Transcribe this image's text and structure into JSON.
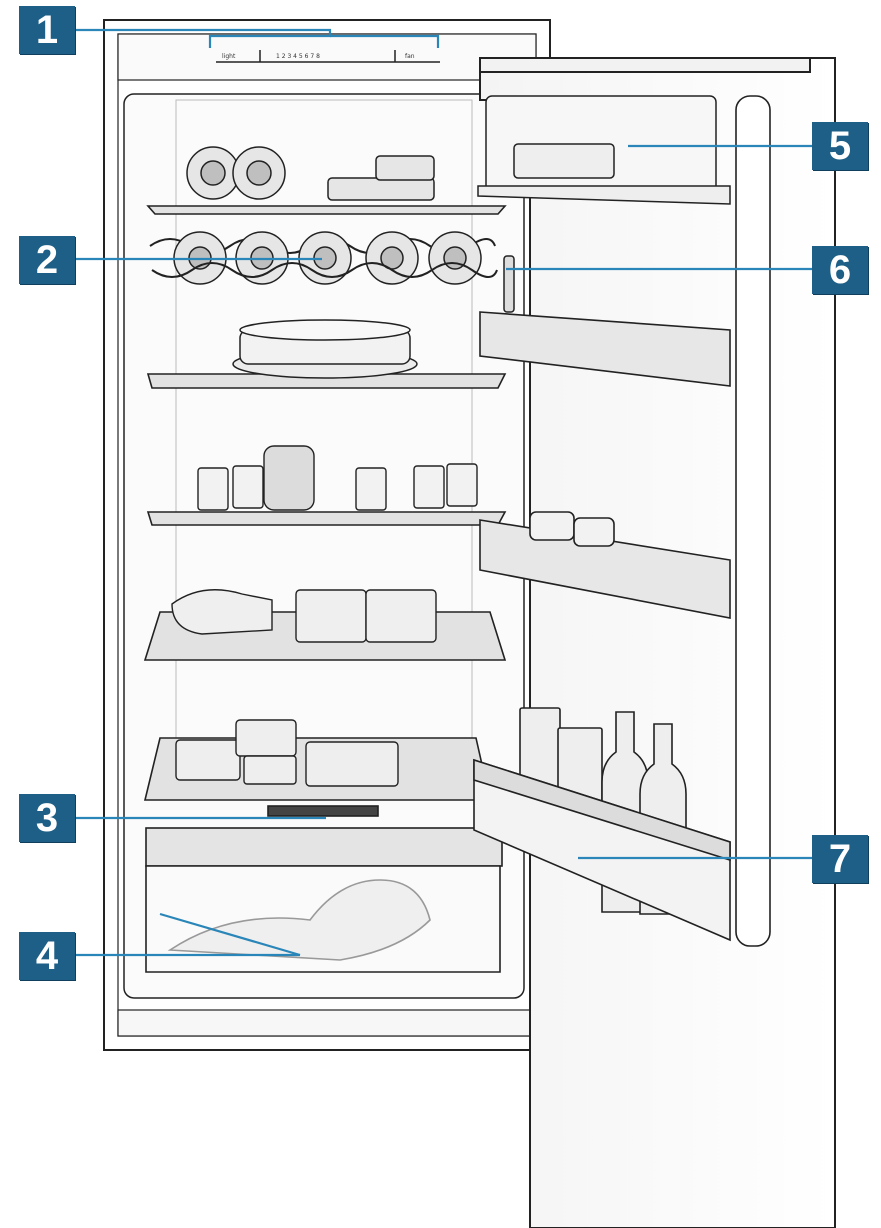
{
  "colors": {
    "callout_bg": "#1d5f86",
    "callout_text": "#ffffff",
    "leader_line": "#2a86b8",
    "outline": "#222222",
    "shelf": "#dcdcdc",
    "item_fill": "#e6e6e6",
    "door_face": "#ffffff"
  },
  "callouts": [
    {
      "id": "1",
      "label": "1",
      "target": "control-panel"
    },
    {
      "id": "2",
      "label": "2",
      "target": "bottle-rack"
    },
    {
      "id": "3",
      "label": "3",
      "target": "drawer-handle"
    },
    {
      "id": "4",
      "label": "4",
      "target": "vegetable-drawer"
    },
    {
      "id": "5",
      "label": "5",
      "target": "door-butter-compartment"
    },
    {
      "id": "6",
      "label": "6",
      "target": "door-light"
    },
    {
      "id": "7",
      "label": "7",
      "target": "door-bottle-shelf"
    }
  ],
  "control_panel": {
    "left_label": "light",
    "scale": "1 2 3 4 5 6 7 8",
    "right_label": "fan"
  }
}
